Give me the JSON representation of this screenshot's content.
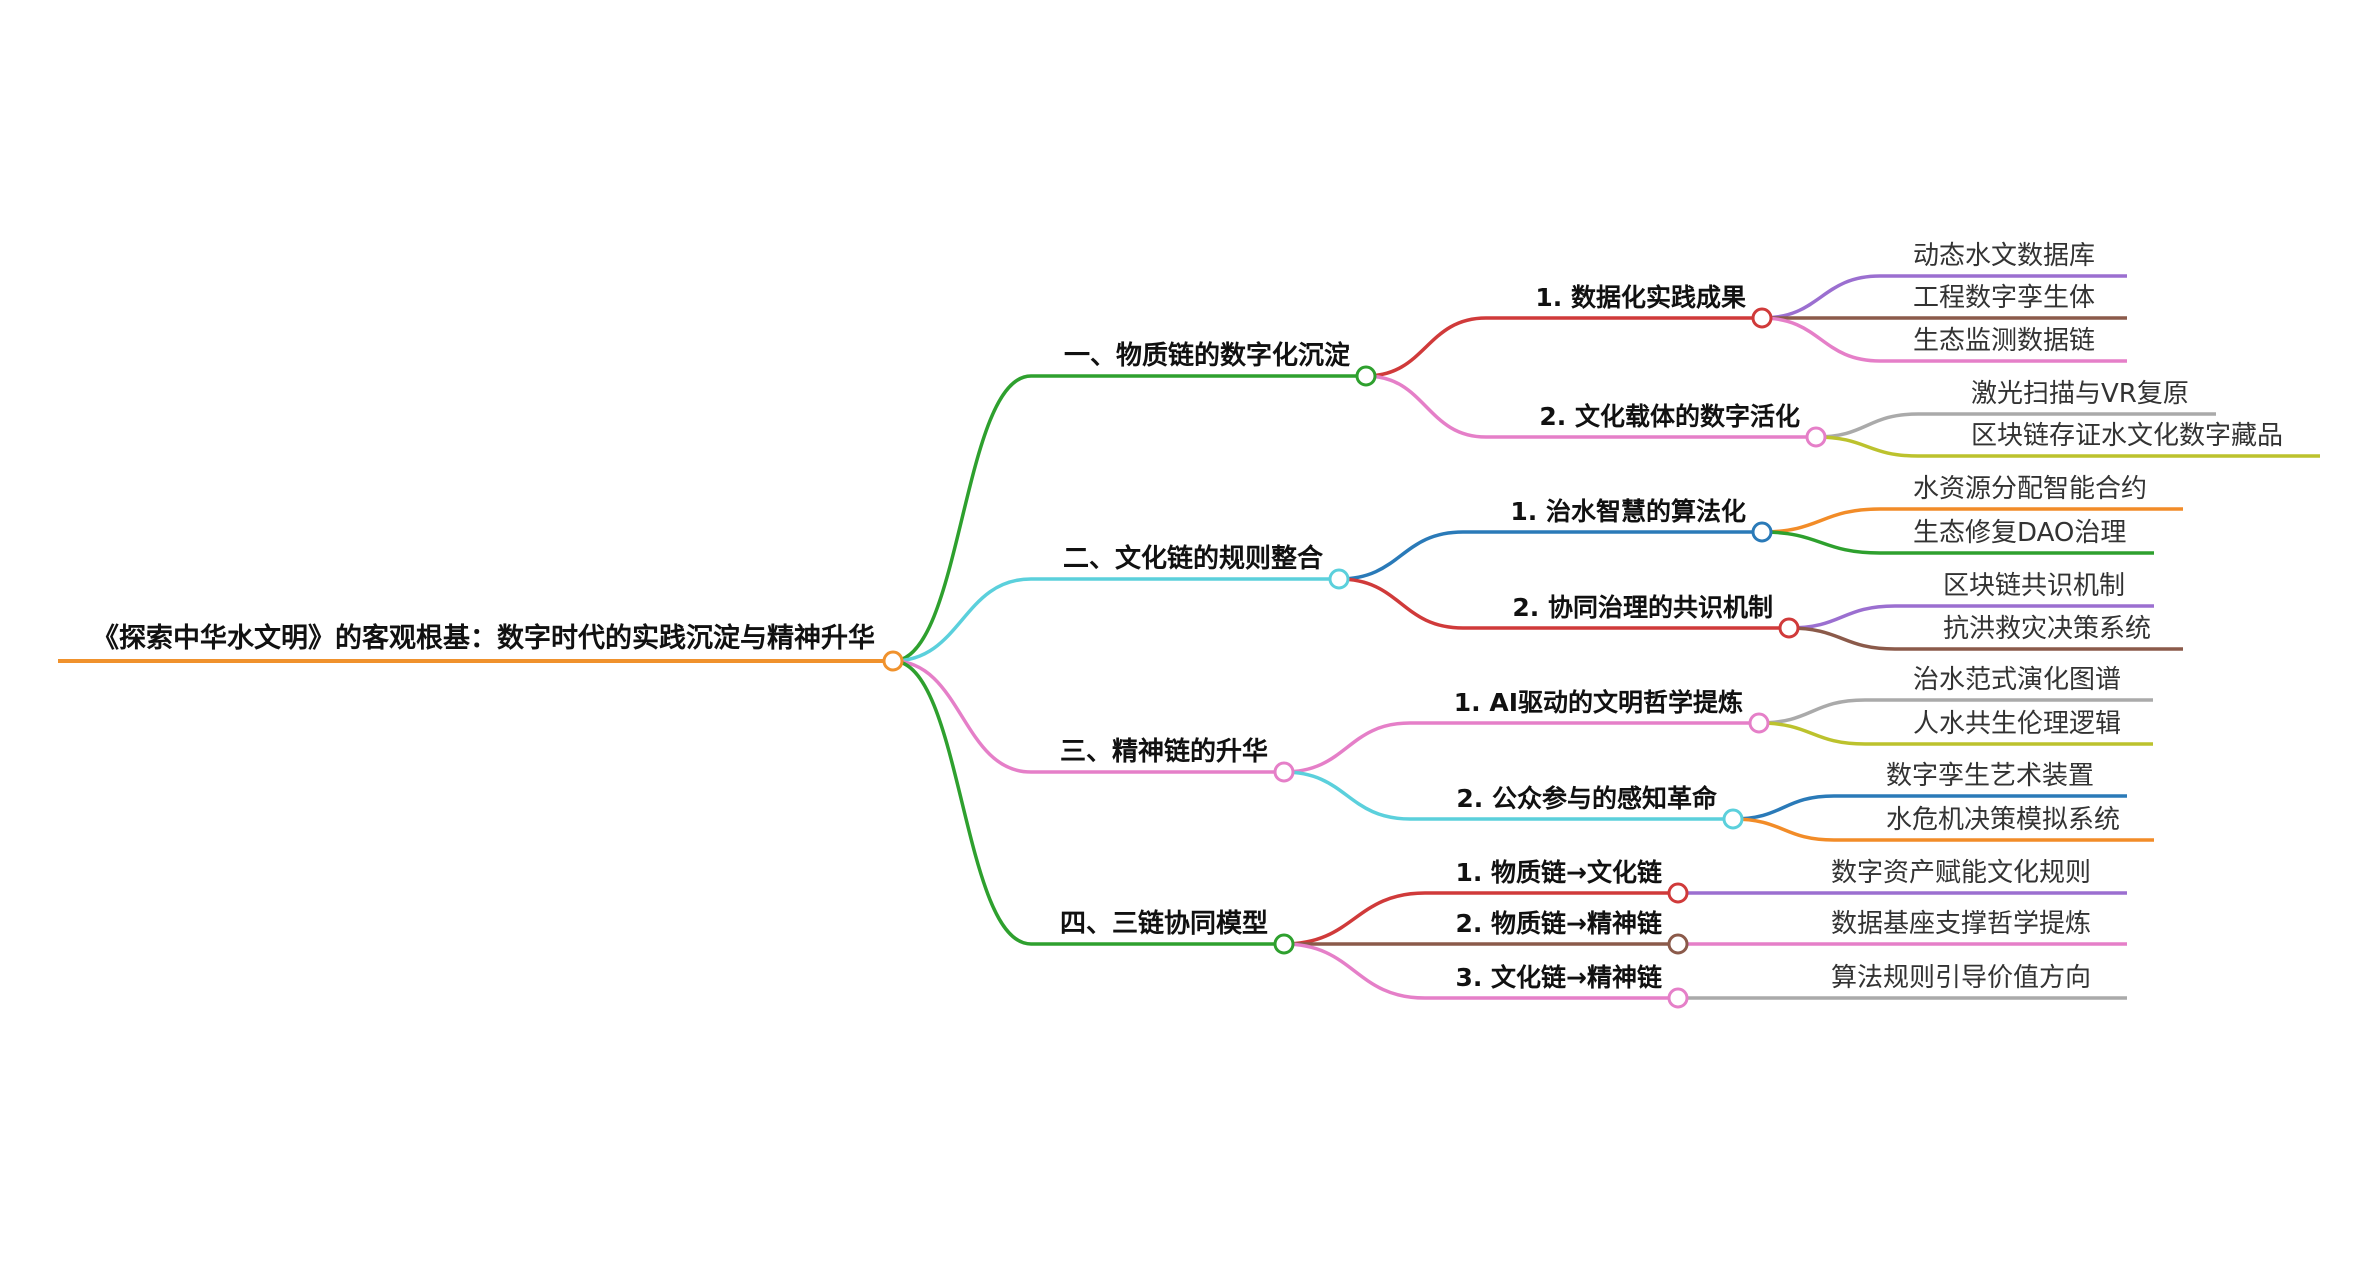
{
  "root": {
    "label": "《探索中华水文明》的客观根基：数字时代的实践沉淀与精神升华",
    "color": "#f0922d"
  },
  "branches": [
    {
      "label": "一、物质链的数字化沉淀",
      "color": "#2ea02e",
      "children": [
        {
          "label": "1. 数据化实践成果",
          "color": "#d03a3a",
          "leaves": [
            {
              "label": "动态水文数据库",
              "color": "#9b6fd0"
            },
            {
              "label": "工程数字孪生体",
              "color": "#8b5a4a"
            },
            {
              "label": "生态监测数据链",
              "color": "#e57fc8"
            }
          ]
        },
        {
          "label": "2. 文化载体的数字活化",
          "color": "#e57fc8",
          "leaves": [
            {
              "label": "激光扫描与VR复原",
              "color": "#aaaaaa"
            },
            {
              "label": "区块链存证水文化数字藏品",
              "color": "#bcc22d"
            }
          ]
        }
      ]
    },
    {
      "label": "二、文化链的规则整合",
      "color": "#5bd0dc",
      "children": [
        {
          "label": "1. 治水智慧的算法化",
          "color": "#2a7ab8",
          "leaves": [
            {
              "label": "水资源分配智能合约",
              "color": "#f28c28"
            },
            {
              "label": "生态修复DAO治理",
              "color": "#2ea02e"
            }
          ]
        },
        {
          "label": "2. 协同治理的共识机制",
          "color": "#d03a3a",
          "leaves": [
            {
              "label": "区块链共识机制",
              "color": "#9b6fd0"
            },
            {
              "label": "抗洪救灾决策系统",
              "color": "#8b5a4a"
            }
          ]
        }
      ]
    },
    {
      "label": "三、精神链的升华",
      "color": "#e57fc8",
      "children": [
        {
          "label": "1. AI驱动的文明哲学提炼",
          "color": "#e57fc8",
          "leaves": [
            {
              "label": "治水范式演化图谱",
              "color": "#aaaaaa"
            },
            {
              "label": "人水共生伦理逻辑",
              "color": "#bcc22d"
            }
          ]
        },
        {
          "label": "2. 公众参与的感知革命",
          "color": "#5bd0dc",
          "leaves": [
            {
              "label": "数字孪生艺术装置",
              "color": "#2a7ab8"
            },
            {
              "label": "水危机决策模拟系统",
              "color": "#f28c28"
            }
          ]
        }
      ]
    },
    {
      "label": "四、三链协同模型",
      "color": "#2ea02e",
      "children": [
        {
          "label": "1. 物质链→文化链",
          "color": "#d03a3a",
          "leaves": [
            {
              "label": "数字资产赋能文化规则",
              "color": "#9b6fd0"
            }
          ]
        },
        {
          "label": "2. 物质链→精神链",
          "color": "#8b5a4a",
          "leaves": [
            {
              "label": "数据基座支撑哲学提炼",
              "color": "#e57fc8"
            }
          ]
        },
        {
          "label": "3. 文化链→精神链",
          "color": "#e57fc8",
          "leaves": [
            {
              "label": "算法规则引导价值方向",
              "color": "#aaaaaa"
            }
          ]
        }
      ]
    }
  ]
}
